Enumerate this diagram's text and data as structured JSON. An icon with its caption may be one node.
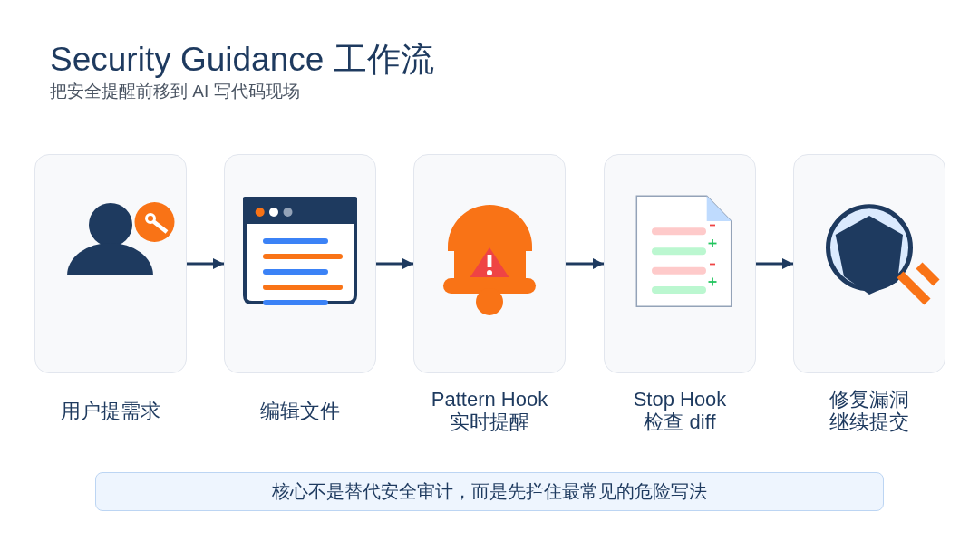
{
  "diagram": {
    "title": "Security Guidance 工作流",
    "nodes": [
      {
        "text": [
          "用户提需求"
        ]
      },
      {
        "text": [
          "编辑文件"
        ]
      },
      {
        "text": [
          "Pattern Hook 实时提醒"
        ]
      },
      {
        "text": [
          "Stop Hook 检查 diff"
        ]
      },
      {
        "text": [
          "修复漏洞继续提交"
        ]
      },
      {
        "text": [
          "核心不是替代安全审计，而是先拦住最常见的危险写法"
        ]
      }
    ],
    "edges": [
      {
        "from": 0,
        "to": 1,
        "arrow": "to"
      },
      {
        "from": 1,
        "to": 2,
        "arrow": "to"
      },
      {
        "from": 2,
        "to": 3,
        "arrow": "to"
      },
      {
        "from": 3,
        "to": 4,
        "arrow": "to"
      }
    ],
    "labels": [
      "把安全提醒前移到 AI 写代码现场"
    ]
  }
}
